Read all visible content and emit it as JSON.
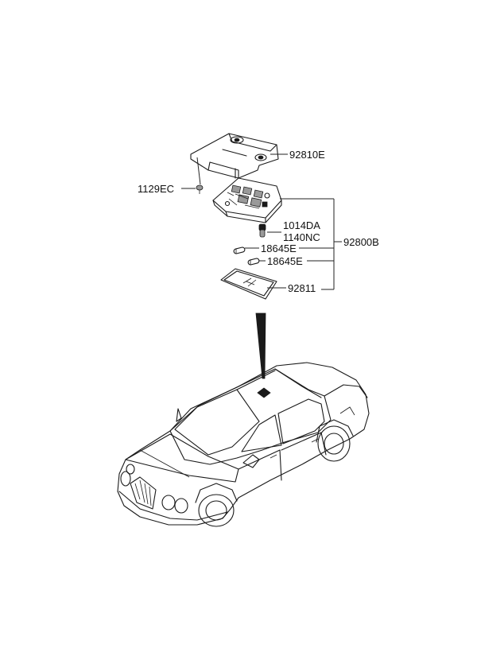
{
  "labels": {
    "bracket": "92810E",
    "screw": "1129EC",
    "bulb_a": "1014DA",
    "bulb_b": "1140NC",
    "festoon_1": "18645E",
    "festoon_2": "18645E",
    "lens": "92811",
    "assembly": "92800B"
  }
}
